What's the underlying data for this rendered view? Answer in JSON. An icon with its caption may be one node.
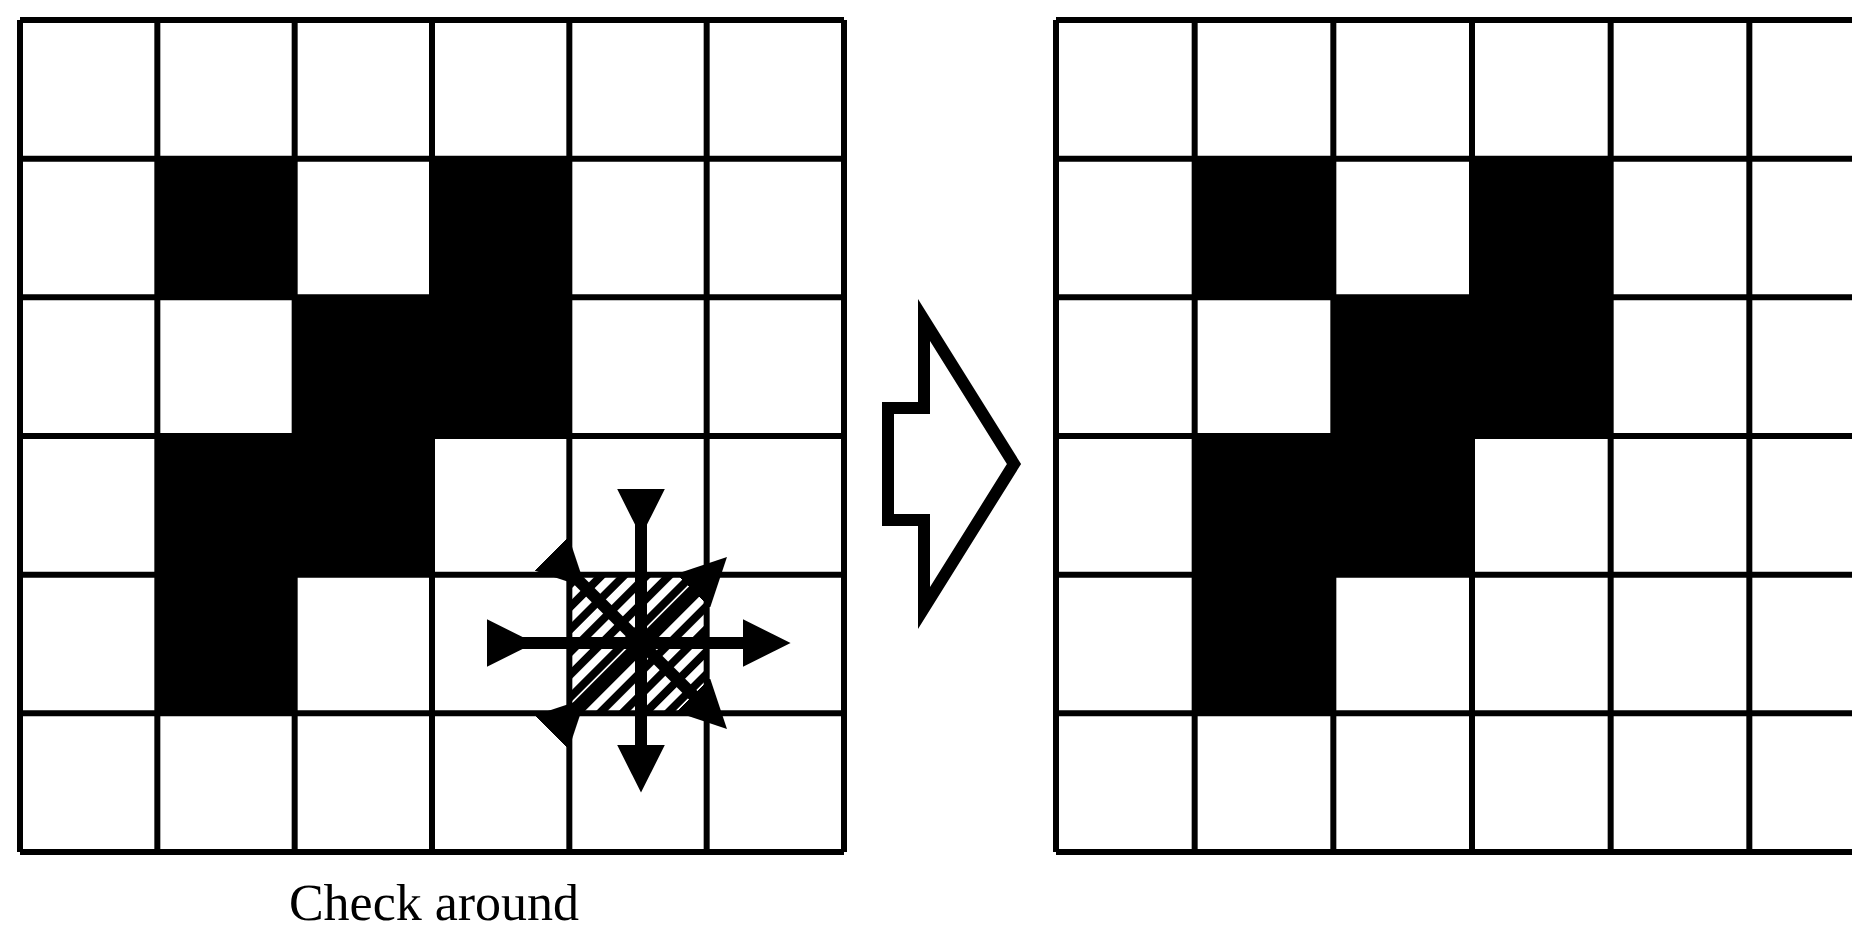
{
  "diagram": {
    "nodes": [
      {
        "text": [],
        "shape": "box"
      },
      {
        "text": [],
        "shape": "box"
      }
    ],
    "edges": [
      {
        "from": 0,
        "to": 1,
        "arrow": "to"
      }
    ],
    "labels": [
      "Check around"
    ]
  }
}
